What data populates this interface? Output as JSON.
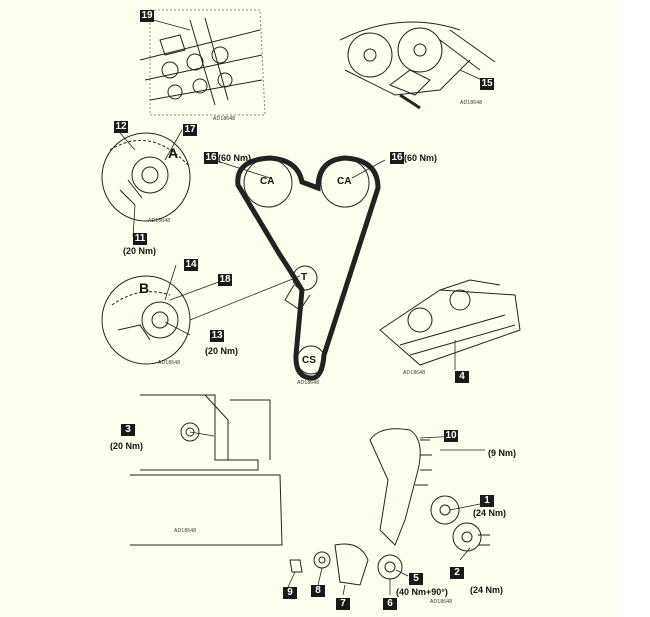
{
  "callouts": {
    "c19": "19",
    "c15": "15",
    "c12": "12",
    "c17": "17",
    "c11": "11",
    "c16a": "16",
    "c16b": "16",
    "c14": "14",
    "c18": "18",
    "c13": "13",
    "c4": "4",
    "c3": "3",
    "c10": "10",
    "c1": "1",
    "c2": "2",
    "c5": "5",
    "c6": "6",
    "c7": "7",
    "c8": "8",
    "c9": "9"
  },
  "letters": {
    "a": "A",
    "b": "B"
  },
  "pulleys": {
    "ca_left": "CA",
    "ca_right": "CA",
    "tensioner": "T",
    "crank": "CS"
  },
  "torques": {
    "t16a": "(60 Nm)",
    "t16b": "(60 Nm)",
    "t11": "(20 Nm)",
    "t13": "(20 Nm)",
    "t3": "(20 Nm)",
    "t10": "(9 Nm)",
    "t1": "(24 Nm)",
    "t2": "(24 Nm)",
    "t5": "(40 Nm+90°)"
  },
  "refs": {
    "r19": "AD18648",
    "r15": "AD18648",
    "r12": "AD18648",
    "rbelt": "AD18648",
    "r14": "AD18648",
    "r4": "AD18648",
    "r3": "AD18648",
    "r10": "AD18648"
  },
  "colors": {
    "sheet": "#fffff0",
    "ink": "#1a1a1a"
  }
}
